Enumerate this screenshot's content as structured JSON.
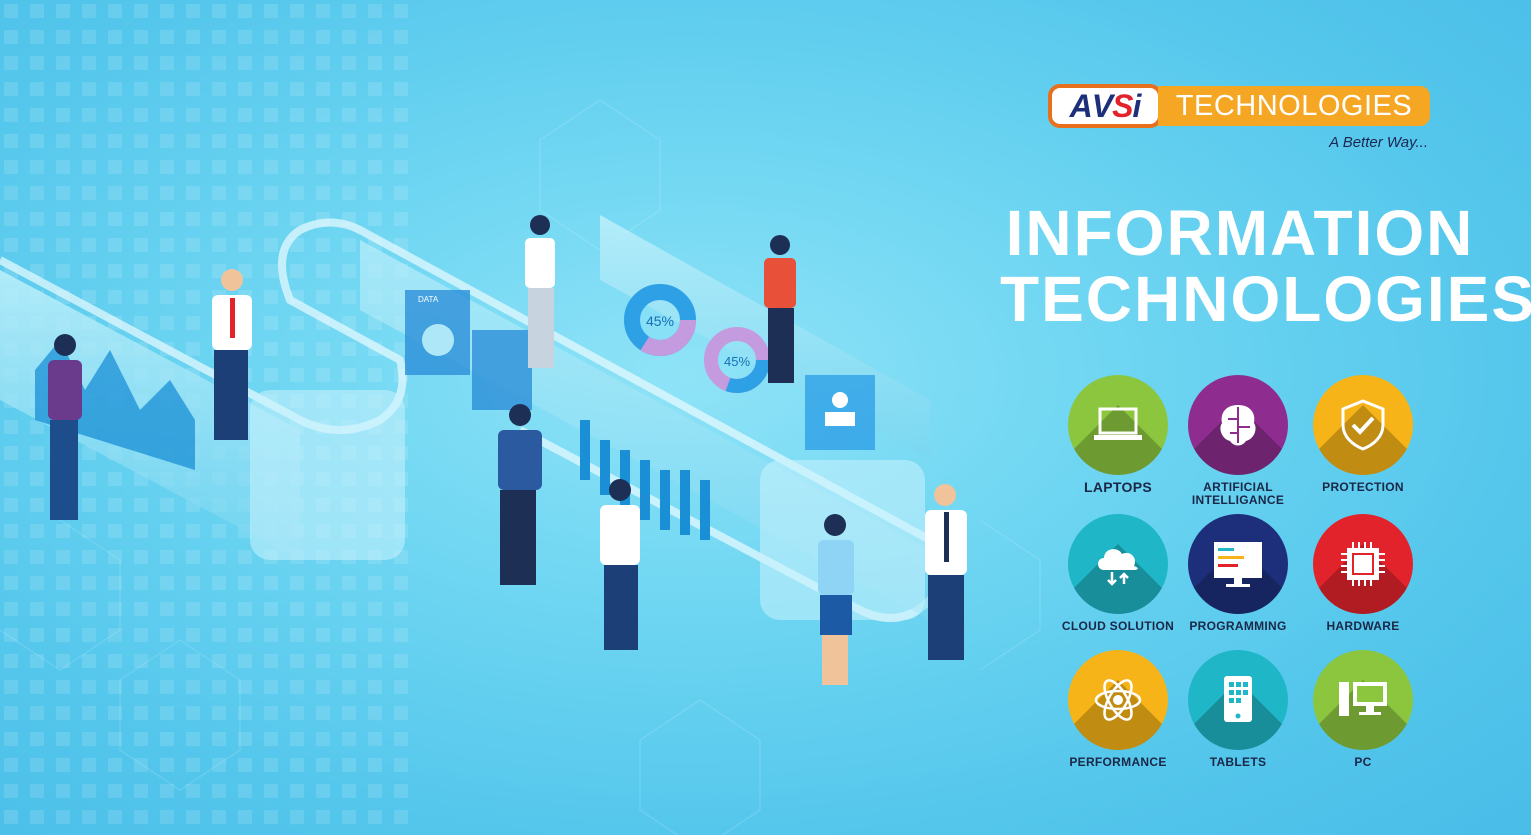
{
  "brand": {
    "logo_letters": [
      "A",
      "V",
      "S",
      "i"
    ],
    "logo_word": "TECHNOLOGIES",
    "tagline": "A Better Way...",
    "colors": {
      "orange": "#f5a623",
      "navy": "#1d2f7a",
      "red": "#e3232c"
    }
  },
  "headline": {
    "line1": "INFORMATION",
    "line2": "TECHNOLOGIES"
  },
  "illustration": {
    "chart_percent_1": "45%",
    "chart_percent_2": "45%",
    "chart_label": "DATA"
  },
  "services": [
    {
      "label": "LAPTOPS",
      "icon": "laptop-icon",
      "color": "#8cc63f"
    },
    {
      "label": "ARTIFICIAL INTELLIGANCE",
      "icon": "brain-icon",
      "color": "#8e2d8f"
    },
    {
      "label": "PROTECTION",
      "icon": "shield-icon",
      "color": "#f7b418"
    },
    {
      "label": "CLOUD SOLUTION",
      "icon": "cloud-icon",
      "color": "#1fb6c7"
    },
    {
      "label": "PROGRAMMING",
      "icon": "code-monitor-icon",
      "color": "#1d2f7a"
    },
    {
      "label": "HARDWARE",
      "icon": "chip-icon",
      "color": "#e3232c"
    },
    {
      "label": "PERFORMANCE",
      "icon": "atom-icon",
      "color": "#f7b418"
    },
    {
      "label": "TABLETS",
      "icon": "tablet-icon",
      "color": "#1fb6c7"
    },
    {
      "label": "PC",
      "icon": "desktop-pc-icon",
      "color": "#8cc63f"
    }
  ]
}
